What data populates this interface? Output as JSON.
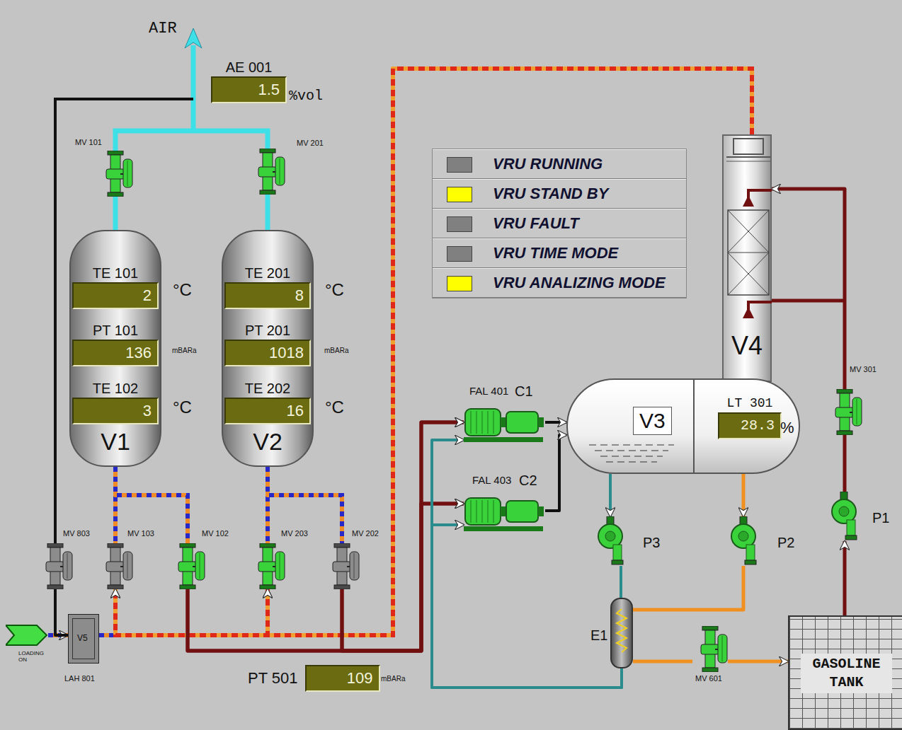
{
  "diagram": {
    "nodes": [
      {
        "text": [
          "AE 001",
          "1.5"
        ]
      },
      {
        "text": [
          "MV 101"
        ]
      },
      {
        "text": [
          "MV 201"
        ]
      },
      {
        "text": [
          "V1"
        ]
      },
      {
        "text": [
          "TE 101",
          "2"
        ],
        "in": 3
      },
      {
        "text": [
          "PT 101",
          "136"
        ],
        "in": 3
      },
      {
        "text": [
          "TE 102",
          "3"
        ],
        "in": 3
      },
      {
        "text": [
          "V2"
        ]
      },
      {
        "text": [
          "TE 201",
          "8"
        ],
        "in": 7
      },
      {
        "text": [
          "PT 201",
          "1018"
        ],
        "in": 7
      },
      {
        "text": [
          "TE 202",
          "16"
        ],
        "in": 7
      },
      {
        "text": [
          "V4"
        ]
      },
      {
        "text": [
          "MV 301"
        ]
      },
      {
        "text": [
          "FAL 401",
          "C1"
        ]
      },
      {
        "text": [
          "FAL 403",
          "C2"
        ]
      },
      {
        "text": [
          "V3"
        ]
      },
      {
        "text": [
          "LT 301",
          "28.3"
        ],
        "in": 15
      },
      {
        "text": [
          "P3"
        ]
      },
      {
        "text": [
          "P2"
        ]
      },
      {
        "text": [
          "P1"
        ]
      },
      {
        "text": [
          "MV 803"
        ]
      },
      {
        "text": [
          "MV 103"
        ]
      },
      {
        "text": [
          "MV 102"
        ]
      },
      {
        "text": [
          "MV 203"
        ]
      },
      {
        "text": [
          "MV 202"
        ]
      },
      {
        "text": [
          "E1"
        ]
      },
      {
        "text": [
          "LOADING ON"
        ]
      },
      {
        "text": [
          "V5",
          "LAH 801"
        ]
      },
      {
        "text": [
          "MV 601"
        ]
      },
      {
        "text": [
          "PT 501",
          "109"
        ]
      },
      {
        "text": [
          "GASOLINE TANK"
        ]
      }
    ],
    "edges": [
      {
        "from": 3,
        "to": 1,
        "arrow": "none"
      },
      {
        "from": 7,
        "to": 2,
        "arrow": "none"
      },
      {
        "from": 3,
        "to": 21,
        "arrow": "none"
      },
      {
        "from": 3,
        "to": 22,
        "arrow": "none"
      },
      {
        "from": 7,
        "to": 23,
        "arrow": "none"
      },
      {
        "from": 7,
        "to": 24,
        "arrow": "none"
      },
      {
        "from": 26,
        "to": 27,
        "arrow": "to"
      },
      {
        "from": 27,
        "to": 20,
        "arrow": "none"
      },
      {
        "from": 27,
        "to": 21,
        "arrow": "to"
      },
      {
        "from": 27,
        "to": 23,
        "arrow": "to"
      },
      {
        "from": 11,
        "to": 21,
        "arrow": "to"
      },
      {
        "from": 11,
        "to": 23,
        "arrow": "to"
      },
      {
        "from": 22,
        "to": 13,
        "arrow": "to"
      },
      {
        "from": 22,
        "to": 14,
        "arrow": "to"
      },
      {
        "from": 24,
        "to": 13,
        "arrow": "to"
      },
      {
        "from": 24,
        "to": 14,
        "arrow": "to"
      },
      {
        "from": 13,
        "to": 15,
        "arrow": "to"
      },
      {
        "from": 14,
        "to": 15,
        "arrow": "to"
      },
      {
        "from": 15,
        "to": 17,
        "arrow": "to"
      },
      {
        "from": 15,
        "to": 18,
        "arrow": "to"
      },
      {
        "from": 17,
        "to": 25,
        "arrow": "none"
      },
      {
        "from": 18,
        "to": 25,
        "arrow": "none"
      },
      {
        "from": 25,
        "to": 28,
        "arrow": "none"
      },
      {
        "from": 28,
        "to": 30,
        "arrow": "to"
      },
      {
        "from": 30,
        "to": 19,
        "arrow": "to"
      },
      {
        "from": 19,
        "to": 12,
        "arrow": "none"
      },
      {
        "from": 12,
        "to": 11,
        "arrow": "to"
      },
      {
        "from": 25,
        "to": 13,
        "arrow": "to"
      },
      {
        "from": 25,
        "to": 14,
        "arrow": "to"
      }
    ],
    "labels": [
      "AIR",
      "%vol",
      "°C",
      "mBARa",
      "°C",
      "°C",
      "mBARa",
      "°C",
      "%",
      "mBARa"
    ],
    "legend": [
      {
        "text": "VRU RUNNING",
        "color": "#808080"
      },
      {
        "text": "VRU STAND BY",
        "color": "#ffff00"
      },
      {
        "text": "VRU FAULT",
        "color": "#808080"
      },
      {
        "text": "VRU TIME MODE",
        "color": "#808080"
      },
      {
        "text": "VRU ANALIZING MODE",
        "color": "#ffff00"
      }
    ]
  }
}
